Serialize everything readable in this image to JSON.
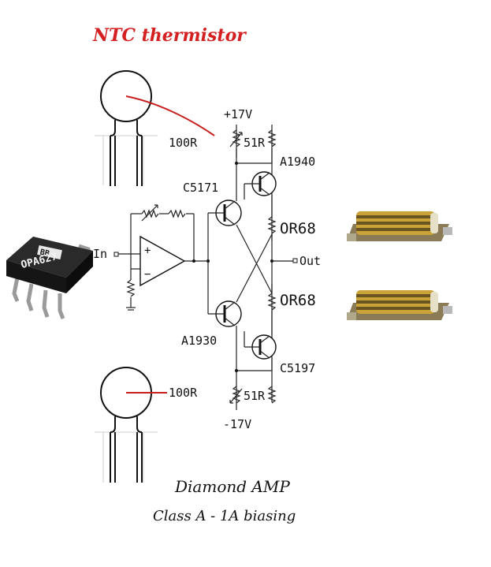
{
  "title": "NTC thermistor",
  "caption": {
    "line1": "Diamond AMP",
    "line2": "Class A - 1A biasing"
  },
  "rails": {
    "positive": "+17V",
    "negative": "-17V"
  },
  "components": {
    "trim_top": "100R",
    "res_top": "51R",
    "trim_bottom": "100R",
    "res_bottom": "51R",
    "q_top_driver": "C5171",
    "q_top_output": "A1940",
    "q_bottom_driver": "A1930",
    "q_bottom_output": "C5197",
    "emitter_top": "OR68",
    "emitter_bottom": "OR68"
  },
  "io": {
    "input": "In",
    "output": "Out"
  },
  "chip": {
    "part": "OPA627",
    "logo": "BB"
  },
  "colors": {
    "title": "#d42020",
    "probe_wire": "#c81e1e",
    "chip_body": "#1a1a1a",
    "resistor_gold": "#c9a23a"
  }
}
